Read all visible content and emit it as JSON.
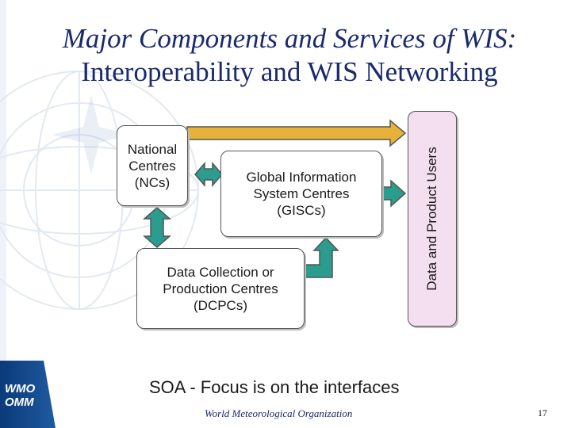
{
  "title": {
    "line1": "Major Components and Services of WIS:",
    "line2": "Interoperability and WIS Networking"
  },
  "diagram": {
    "national_centres": "National\nCentres\n(NCs)",
    "global_centres": "Global Information\nSystem Centres\n(GISCs)",
    "dcpc": "Data Collection or\nProduction Centres\n(DCPCs)",
    "users": "Data and Product Users"
  },
  "soa_text": "SOA - Focus is on the interfaces",
  "footer": {
    "organization": "World Meteorological Organization",
    "page_number": "17",
    "logo_line1": "WMO",
    "logo_line2": "OMM"
  },
  "colors": {
    "arrow_fill": "#2a9d8f",
    "users_fill": "#f4dff0",
    "title": "#1a2a6c",
    "left_band": "#0a3a7a"
  }
}
